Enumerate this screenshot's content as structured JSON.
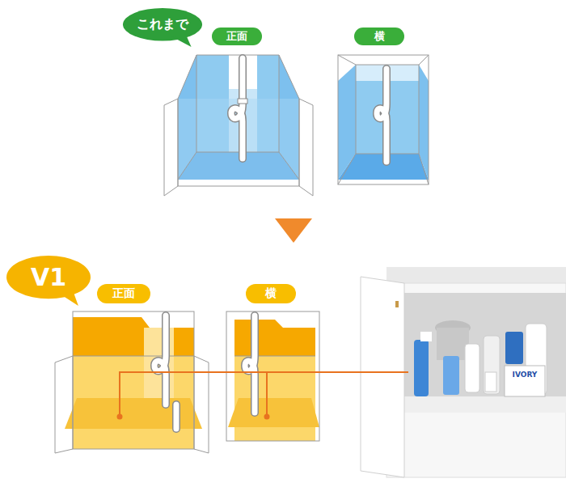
{
  "diagram": {
    "nodes": [
      {
        "text": [
          "これまで"
        ]
      },
      {
        "text": [
          "正面"
        ]
      },
      {
        "text": [
          "横"
        ]
      },
      {
        "text": [
          "V1"
        ]
      },
      {
        "text": [
          "正面"
        ]
      },
      {
        "text": [
          "横"
        ]
      }
    ],
    "labels": [
      "IVORY"
    ]
  }
}
